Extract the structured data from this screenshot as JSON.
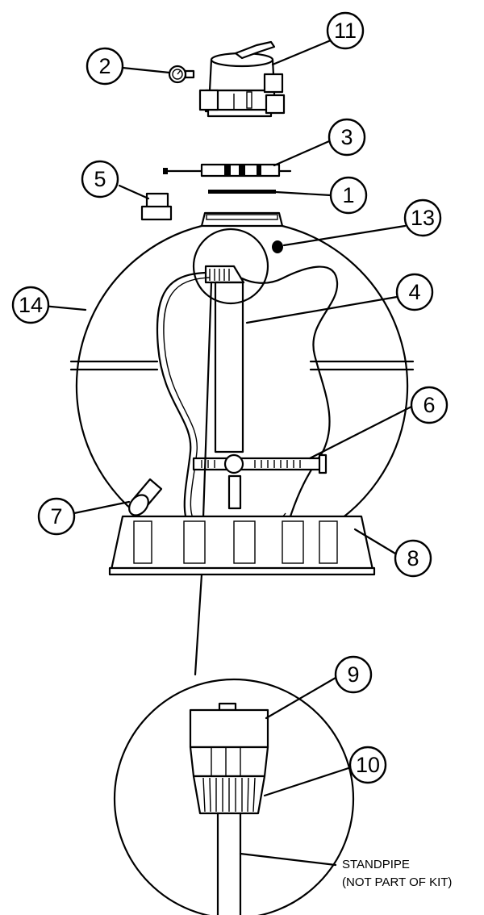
{
  "callouts": {
    "c1": "1",
    "c2": "2",
    "c3": "3",
    "c4": "4",
    "c5": "5",
    "c6": "6",
    "c7": "7",
    "c8": "8",
    "c9": "9",
    "c10": "10",
    "c11": "11",
    "c13": "13",
    "c14": "14"
  },
  "notes": {
    "standpipe_line1": "STANDPIPE",
    "standpipe_line2": "(NOT PART OF KIT)"
  }
}
